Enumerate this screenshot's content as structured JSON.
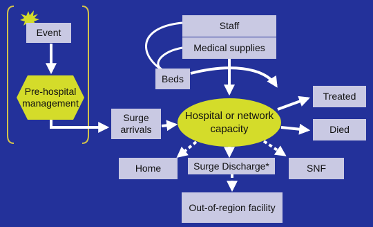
{
  "colors": {
    "background": "#23319a",
    "box_fill": "#c9c9e3",
    "hub_fill": "#d4dc2a",
    "bracket": "#d3c34a",
    "arrow": "#ffffff"
  },
  "nodes": {
    "event": "Event",
    "pre_hospital_management": "Pre-hospital management",
    "surge_arrivals": "Surge arrivals",
    "staff": "Staff",
    "medical_supplies": "Medical supplies",
    "beds": "Beds",
    "hospital_capacity": "Hospital or network capacity",
    "treated": "Treated",
    "died": "Died",
    "home": "Home",
    "surge_discharge": "Surge Discharge*",
    "snf": "SNF",
    "out_of_region": "Out-of-region facility"
  }
}
